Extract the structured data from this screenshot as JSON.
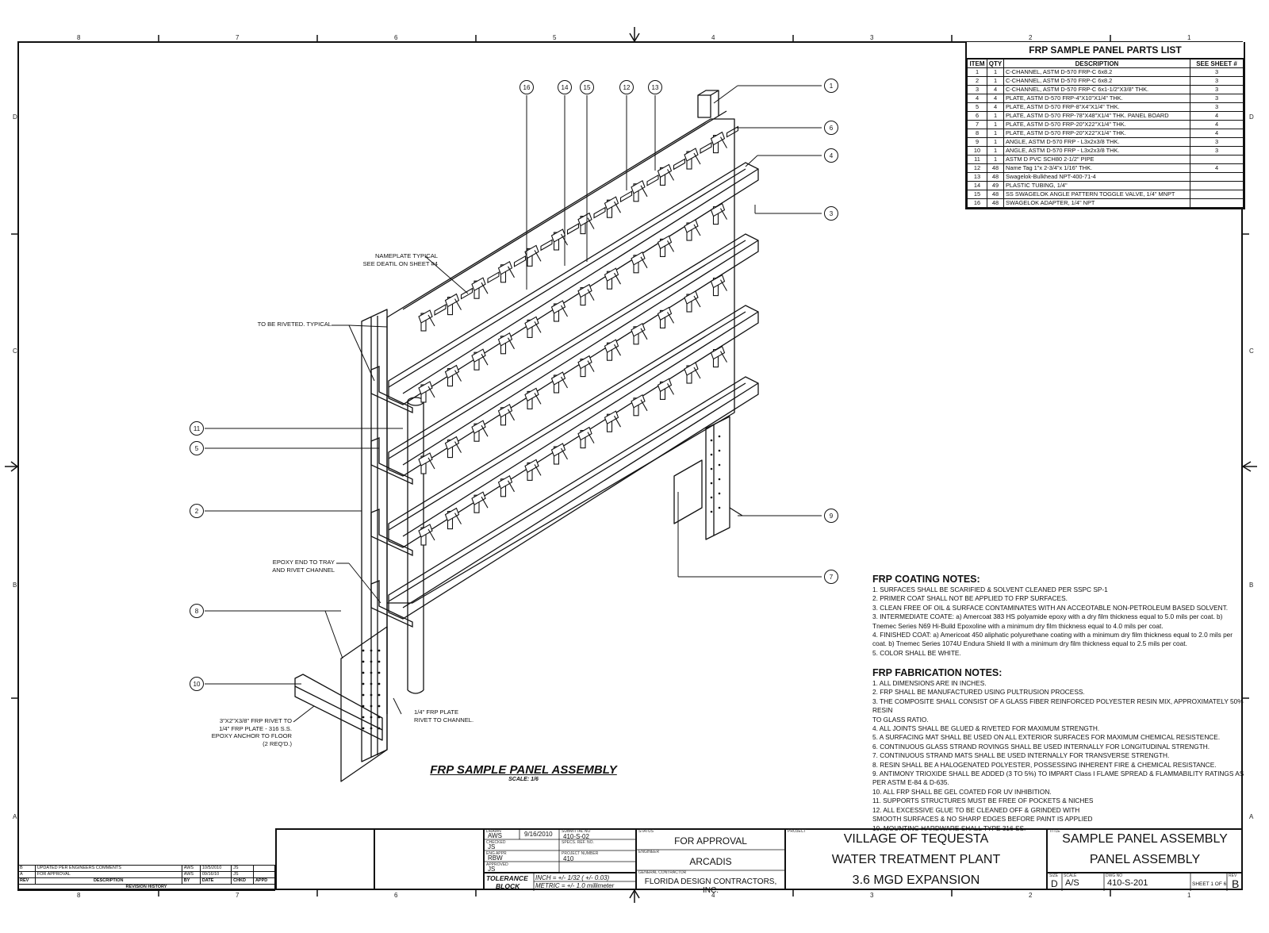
{
  "grid": {
    "columns_top": [
      "8",
      "7",
      "6",
      "5",
      "4",
      "3",
      "2",
      "1"
    ],
    "rows_side": [
      "D",
      "C",
      "B",
      "A"
    ]
  },
  "parts_list": {
    "title": "FRP SAMPLE PANEL PARTS LIST",
    "headers": [
      "ITEM",
      "QTY",
      "DESCRIPTION",
      "SEE SHEET #"
    ],
    "rows": [
      [
        "1",
        "1",
        "C-CHANNEL, ASTM D-570 FRP-C 6x8.2",
        "3"
      ],
      [
        "2",
        "1",
        "C-CHANNEL, ASTM D-570 FRP-C 6x8.2",
        "3"
      ],
      [
        "3",
        "4",
        "C-CHANNEL, ASTM D-570 FRP-C 6x1-1/2\"X3/8\" THK.",
        "3"
      ],
      [
        "4",
        "4",
        "PLATE, ASTM D-570 FRP-4\"X10\"X1/4\" THK.",
        "3"
      ],
      [
        "5",
        "4",
        "PLATE, ASTM D-570 FRP-8\"X4\"X1/4\" THK.",
        "3"
      ],
      [
        "6",
        "1",
        "PLATE, ASTM D-570 FRP-78\"X48\"X1/4\" THK. PANEL BOARD",
        "4"
      ],
      [
        "7",
        "1",
        "PLATE, ASTM D-570 FRP-20\"X22\"X1/4\" THK.",
        "4"
      ],
      [
        "8",
        "1",
        "PLATE, ASTM D-570 FRP-20\"X22\"X1/4\" THK.",
        "4"
      ],
      [
        "9",
        "1",
        "ANGLE, ASTM D-570 FRP - L3x2x3/8 THK.",
        "3"
      ],
      [
        "10",
        "1",
        "ANGLE, ASTM D-570 FRP - L3x2x3/8 THK.",
        "3"
      ],
      [
        "11",
        "1",
        "ASTM D PVC SCH80 2-1/2\" PIPE",
        ""
      ],
      [
        "12",
        "48",
        "Name Tag 1\"x 2-3/4\"x 1/16\" THK.",
        "4"
      ],
      [
        "13",
        "48",
        "Swagelok-Bulkhead NPT-400-71-4",
        ""
      ],
      [
        "14",
        "49",
        "PLASTIC TUBING, 1/4\"",
        ""
      ],
      [
        "15",
        "48",
        "SS SWAGELOK ANGLE PATTERN TOGGLE VALVE, 1/4\" MNPT",
        ""
      ],
      [
        "16",
        "48",
        "SWAGELOK ADAPTER, 1/4\" NPT",
        ""
      ]
    ]
  },
  "drawing": {
    "title": "FRP SAMPLE PANEL ASSEMBLY",
    "scale": "SCALE: 1/6",
    "balloons": [
      "16",
      "14",
      "15",
      "12",
      "13",
      "1",
      "6",
      "4",
      "3",
      "11",
      "5",
      "2",
      "8",
      "10",
      "9",
      "7"
    ],
    "labels": {
      "nameplate": [
        "NAMEPLATE TYPICAL",
        "SEE DEATIL ON SHEET #4"
      ],
      "riveted": [
        "TO BE RIVETED. TYPICAL"
      ],
      "epoxy": [
        "EPOXY END TO TRAY",
        "AND RIVET CHANNEL"
      ],
      "frp_plate": [
        "1/4\" FRP PLATE",
        "RIVET TO CHANNEL."
      ],
      "rivet": [
        "3\"X2\"X3/8\" FRP RIVET TO",
        "1/4\" FRP PLATE - 316 S.S.",
        "EPOXY ANCHOR TO FLOOR",
        "(2 REQ'D.)"
      ]
    }
  },
  "coating_notes": {
    "heading": "FRP COATING NOTES:",
    "lines": [
      "1. SURFACES SHALL BE SCARIFIED & SOLVENT CLEANED PER SSPC SP-1",
      "2. PRIMER COAT SHALL NOT BE APPLIED TO FRP SURFACES.",
      "3. CLEAN FREE OF OIL & SURFACE CONTAMINATES WITH AN ACCEOTABLE NON-PETROLEUM BASED SOLVENT.",
      "3. INTERMEDIATE COATE: a) Amercoat 383 HS polyamide epoxy with a dry film thickness equal to 5.0 mils per coat. b)",
      "Tnemec Series N69 Hi-Build Epoxoline with a minimum dry film thickness equal to 4.0 mils per coat.",
      "4. FINISHED COAT: a) Americoat 450 aliphatic polyurethane coating with a minimum dry film thickness equal to 2.0 mils per",
      "coat. b) Tnemec Series 1074U Endura Shield II with a minimum dry film thickness equal to 2.5 mils per coat.",
      "5. COLOR SHALL BE WHITE."
    ]
  },
  "fabrication_notes": {
    "heading": "FRP FABRICATION NOTES:",
    "lines": [
      "1. ALL DIMENSIONS ARE IN INCHES.",
      "2. FRP SHALL BE MANUFACTURED USING PULTRUSION PROCESS.",
      "3. THE COMPOSITE SHALL CONSIST OF A GLASS FIBER REINFORCED POLYESTER RESIN MIX, APPROXIMATELY 50% RESIN",
      "TO GLASS RATIO.",
      "4. ALL JOINTS SHALL BE GLUED & RIVETED FOR MAXIMUM STRENGTH.",
      "5. A SURFACING MAT SHALL BE USED ON ALL EXTERIOR SURFACES FOR MAXIMUM CHEMICAL RESISTENCE.",
      "6. CONTINUOUS GLASS STRAND ROVINGS SHALL BE USED INTERNALLY FOR LONGITUDINAL STRENGTH.",
      "7. CONTINUOUS STRAND MATS SHALL BE USED INTERNALLY FOR TRANSVERSE STRENGTH.",
      "8. RESIN SHALL BE A HALOGENATED POLYESTER, POSSESSING INHERENT FIRE & CHEMICAL RESISTANCE.",
      "9. ANTIMONY TRIOXIDE SHALL BE ADDED (3 TO 5%) TO IMPART Class I FLAME SPREAD & FLAMMABILITY RATINGS AS",
      "PER ASTM E-84 & D-635.",
      "10. ALL FRP SHALL BE GEL COATED FOR UV INHIBITION.",
      "11. SUPPORTS STRUCTURES MUST BE FREE OF POCKETS & NICHES",
      "12. ALL EXCESSIVE GLUE TO BE CLEANED OFF & GRINDED WITH",
      "SMOOTH SURFACES & NO SHARP EDGES BEFORE PAINT IS APPLIED",
      "10. MOUNTING HARDWARE SHALL TYPE 316 SS."
    ]
  },
  "revision_history": {
    "title": "REVISION HISTORY",
    "headers": [
      "REV",
      "DESCRIPTION",
      "BY",
      "DATE",
      "CHKD",
      "APPD"
    ],
    "rows": [
      [
        "B",
        "UPDATED PER ENGINEERS COMMENTS",
        "AWS",
        "10/5/2010",
        "JS",
        ""
      ],
      [
        "A",
        "FOR APPROVAL",
        "AWS",
        "09/16/10",
        "JS",
        ""
      ]
    ]
  },
  "title_block": {
    "drawn": "AWS",
    "date": "9/16/2010",
    "checked": "JS",
    "approved_eng": "RBW",
    "approved": "JS",
    "submittal_no": "410-S-02",
    "project_number": "410",
    "tolerance_label": "TOLERANCE",
    "block_label": "BLOCK",
    "tolerance_inch": "INCH = +/- 1/32 ( +/- 0.03)",
    "tolerance_metric": "METRIC = +/- 1.0 millimeter",
    "status": "FOR APPROVAL",
    "engineer": "ARCADIS",
    "general_contractor": "FLORIDA DESIGN CONTRACTORS, INC.",
    "project": [
      "VILLAGE OF TEQUESTA",
      "WATER TREATMENT PLANT",
      "3.6 MGD EXPANSION"
    ],
    "title": [
      "SAMPLE PANEL ASSEMBLY",
      "PANEL ASSEMBLY"
    ],
    "size": "D",
    "scale": "A/S",
    "dwg_no": "410-S-201",
    "sheet": "SHEET 1  OF 6",
    "rev": "B",
    "field_labels": {
      "drawn": "DRAWN",
      "checked": "CHECKED",
      "eng_appr": "ENG APPR",
      "approved": "APPROVED",
      "submittal": "SUBMITTAL NO",
      "spec": "SPECS. REF. NO.",
      "projnum": "PROJECT NUMBER",
      "status": "STATUS",
      "engineer": "ENGINEER",
      "gc": "GENERAL CONTRACTOR",
      "project": "PROJECT",
      "title": "TITLE",
      "size": "SIZE",
      "scale": "SCALE",
      "dwgno": "DWG NO",
      "rev": "REV"
    }
  }
}
